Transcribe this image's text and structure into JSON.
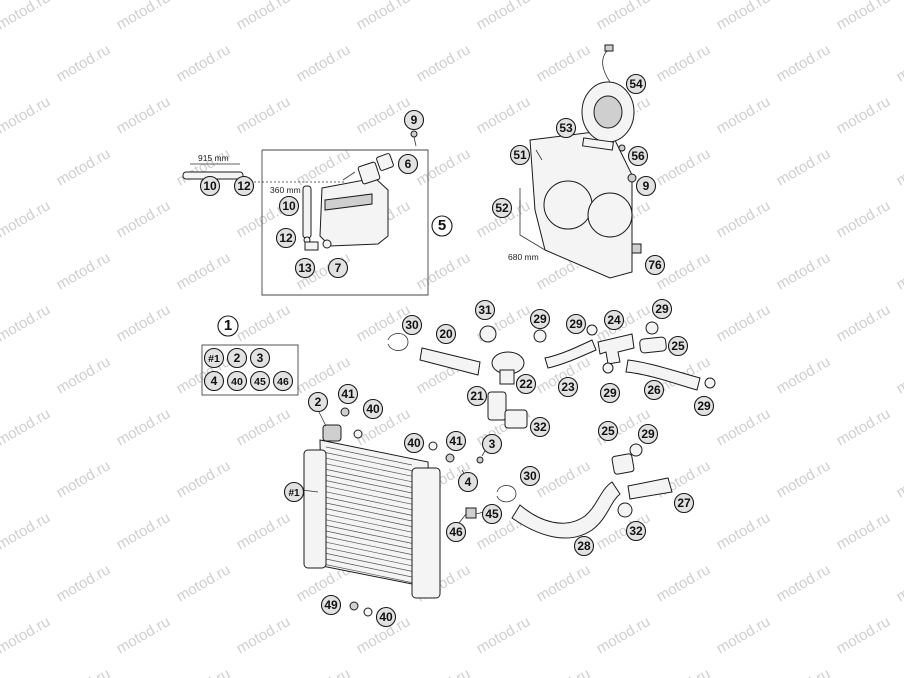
{
  "watermark": {
    "text": "motod.ru"
  },
  "dimensions": {
    "hose_915": "915 mm",
    "hose_360": "360 mm",
    "strip_680": "680 mm"
  },
  "set_box": {
    "row1": [
      "#1",
      "2",
      "3"
    ],
    "row2": [
      "4",
      "40",
      "45",
      "46"
    ]
  },
  "callouts": [
    {
      "id": "c1",
      "label": "1"
    },
    {
      "id": "c2",
      "label": "2"
    },
    {
      "id": "c3",
      "label": "3"
    },
    {
      "id": "c4",
      "label": "4"
    },
    {
      "id": "c5",
      "label": "5"
    },
    {
      "id": "c6",
      "label": "6"
    },
    {
      "id": "c7",
      "label": "7"
    },
    {
      "id": "c9a",
      "label": "9"
    },
    {
      "id": "c9b",
      "label": "9"
    },
    {
      "id": "c10a",
      "label": "10"
    },
    {
      "id": "c10b",
      "label": "10"
    },
    {
      "id": "c12a",
      "label": "12"
    },
    {
      "id": "c12b",
      "label": "12"
    },
    {
      "id": "c13",
      "label": "13"
    },
    {
      "id": "c20",
      "label": "20"
    },
    {
      "id": "c21",
      "label": "21"
    },
    {
      "id": "c22",
      "label": "22"
    },
    {
      "id": "c23",
      "label": "23"
    },
    {
      "id": "c24",
      "label": "24"
    },
    {
      "id": "c25a",
      "label": "25"
    },
    {
      "id": "c25b",
      "label": "25"
    },
    {
      "id": "c26",
      "label": "26"
    },
    {
      "id": "c27",
      "label": "27"
    },
    {
      "id": "c28",
      "label": "28"
    },
    {
      "id": "c29a",
      "label": "29"
    },
    {
      "id": "c29b",
      "label": "29"
    },
    {
      "id": "c29c",
      "label": "29"
    },
    {
      "id": "c29d",
      "label": "29"
    },
    {
      "id": "c29e",
      "label": "29"
    },
    {
      "id": "c29f",
      "label": "29"
    },
    {
      "id": "c30a",
      "label": "30"
    },
    {
      "id": "c30b",
      "label": "30"
    },
    {
      "id": "c31",
      "label": "31"
    },
    {
      "id": "c32a",
      "label": "32"
    },
    {
      "id": "c32b",
      "label": "32"
    },
    {
      "id": "c40a",
      "label": "40"
    },
    {
      "id": "c40b",
      "label": "40"
    },
    {
      "id": "c40c",
      "label": "40"
    },
    {
      "id": "c41a",
      "label": "41"
    },
    {
      "id": "c41b",
      "label": "41"
    },
    {
      "id": "c45",
      "label": "45"
    },
    {
      "id": "c46",
      "label": "46"
    },
    {
      "id": "c49",
      "label": "49"
    },
    {
      "id": "c51",
      "label": "51"
    },
    {
      "id": "c52",
      "label": "52"
    },
    {
      "id": "c53",
      "label": "53"
    },
    {
      "id": "c54",
      "label": "54"
    },
    {
      "id": "c56",
      "label": "56"
    },
    {
      "id": "c76",
      "label": "76"
    },
    {
      "id": "c1r",
      "label": "#1"
    }
  ]
}
